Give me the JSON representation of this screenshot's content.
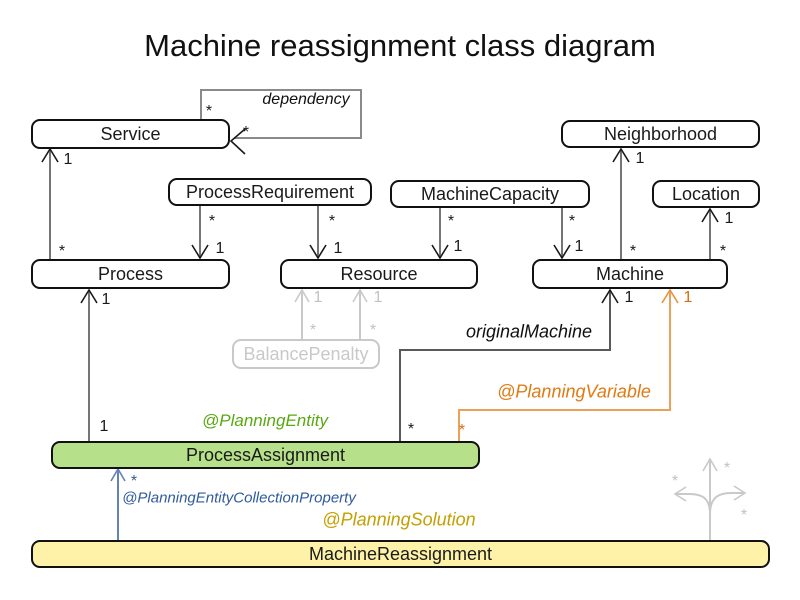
{
  "title": "Machine reassignment class diagram",
  "classes": {
    "service": "Service",
    "neighborhood": "Neighborhood",
    "process_requirement": "ProcessRequirement",
    "machine_capacity": "MachineCapacity",
    "location": "Location",
    "process": "Process",
    "resource": "Resource",
    "machine": "Machine",
    "balance_penalty": "BalancePenalty",
    "process_assignment": "ProcessAssignment",
    "machine_reassignment": "MachineReassignment"
  },
  "relationship_labels": {
    "dependency": "dependency",
    "original_machine": "originalMachine"
  },
  "annotations": {
    "planning_entity": "@PlanningEntity",
    "planning_variable": "@PlanningVariable",
    "planning_entity_collection_property": "@PlanningEntityCollectionProperty",
    "planning_solution": "@PlanningSolution"
  },
  "multiplicities": {
    "one": "1",
    "many": "*"
  },
  "colors": {
    "entity_fill_green": "#b7e08a",
    "solution_fill_yellow": "#fdf2a7",
    "planning_entity_green": "#5aa813",
    "planning_variable_orange": "#e07b13",
    "planning_solution_gold": "#c4a000",
    "collection_property_blue": "#2f5a9d",
    "association_line_gray": "#757575",
    "faded_gray": "#c9c9c9"
  }
}
